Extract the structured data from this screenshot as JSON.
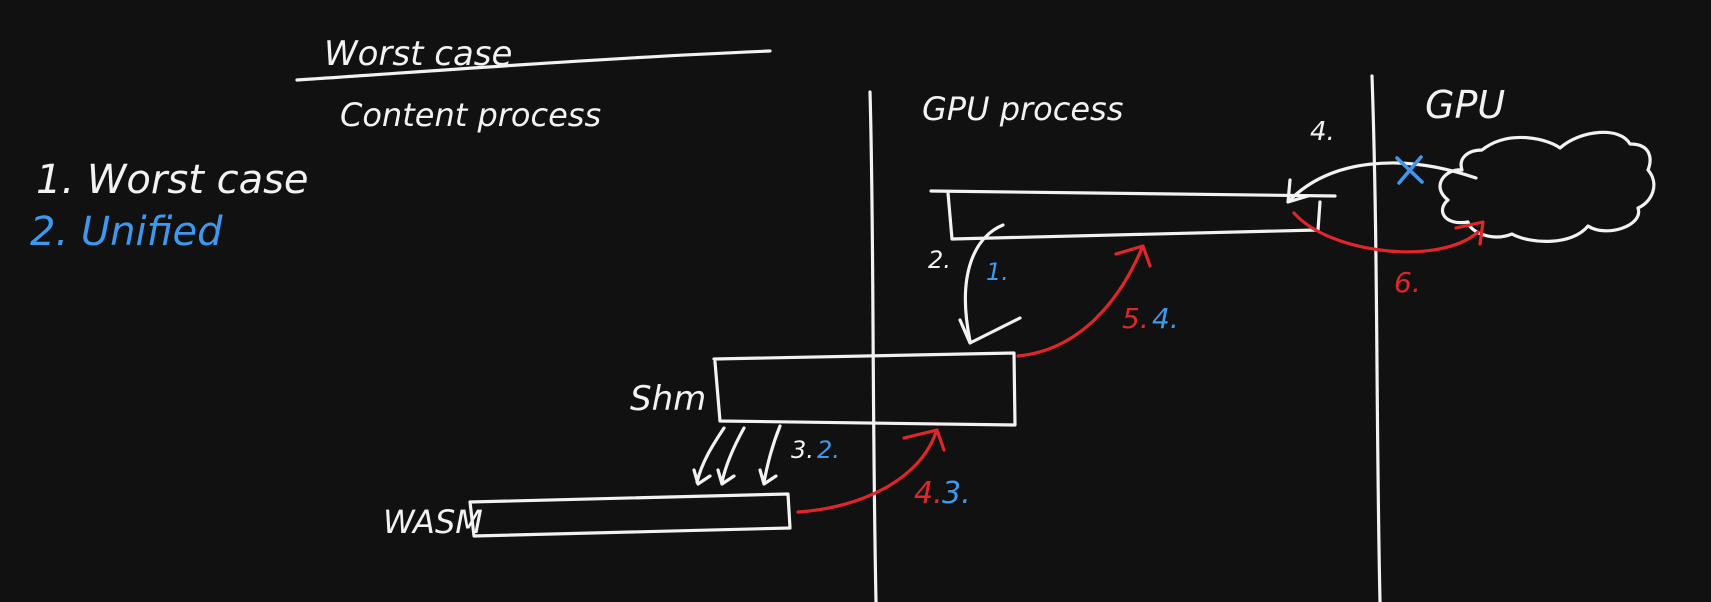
{
  "colors": {
    "background": "#111111",
    "ink": "#f2f2f2",
    "red": "#e0262b",
    "blue": "#3d98ee"
  },
  "title": "Worst case",
  "legend": {
    "item1": "1. Worst case",
    "item2": "2. Unified"
  },
  "columns": {
    "content": "Content process",
    "gpu_process": "GPU process",
    "gpu": "GPU"
  },
  "boxes": {
    "shm": "Shm",
    "wasm": "WASM"
  },
  "steps": {
    "white_2": "2.",
    "white_4": "4.",
    "white_3": "3.",
    "blue_1": "1.",
    "blue_2": "2.",
    "blue_3": "3.",
    "blue_4": "4.",
    "red_4": "4.",
    "red_5": "5.",
    "red_6": "6."
  }
}
